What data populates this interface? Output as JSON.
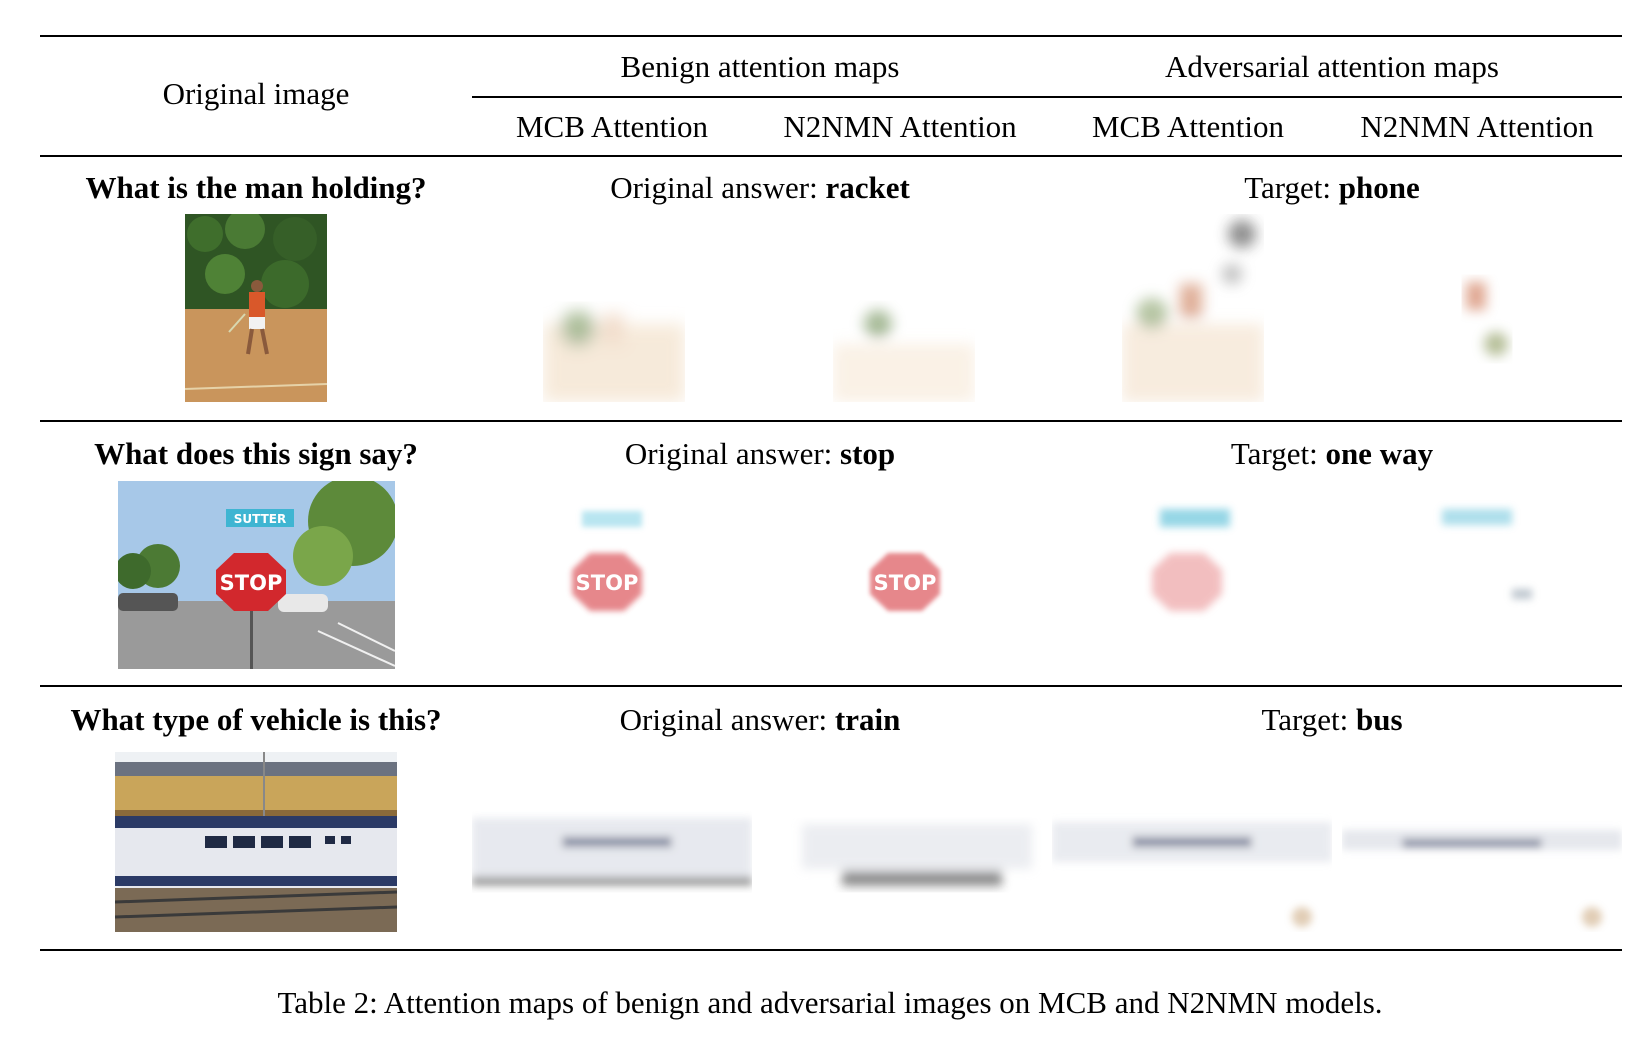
{
  "header": {
    "original_image": "Original image",
    "benign": "Benign attention maps",
    "adversarial": "Adversarial attention maps",
    "col_mcb_benign": "MCB Attention",
    "col_n2nmn_benign": "N2NMN Attention",
    "col_mcb_adv": "MCB Attention",
    "col_n2nmn_adv": "N2NMN Attention"
  },
  "rows": [
    {
      "question": "What is the man holding?",
      "original_prefix": "Original answer:",
      "original_answer": "racket",
      "target_prefix": "Target:",
      "target_answer": "phone"
    },
    {
      "question": "What does this sign say?",
      "original_prefix": "Original answer:",
      "original_answer": "stop",
      "target_prefix": "Target:",
      "target_answer": "one way",
      "sign_label": "STOP",
      "street_label": "SUTTER"
    },
    {
      "question": "What type of vehicle is this?",
      "original_prefix": "Original answer:",
      "original_answer": "train",
      "target_prefix": "Target:",
      "target_answer": "bus"
    }
  ],
  "caption": "Table 2: Attention maps of benign and adversarial images on MCB and N2NMN models."
}
